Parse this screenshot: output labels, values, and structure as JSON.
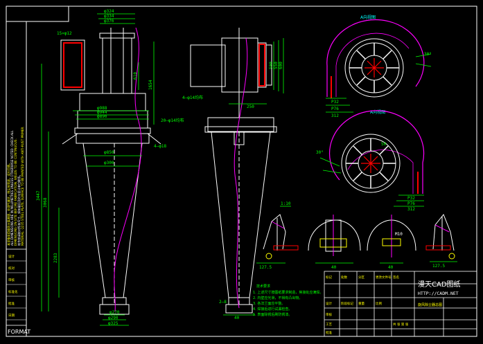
{
  "colors": {
    "background": "#000000",
    "line": "#ffffff",
    "dimension": "#00ff00",
    "accent": "#ff00ff",
    "hatch": "#ff0000",
    "note": "#00ffff",
    "label": "#ffff00",
    "frame": "#ffffff"
  },
  "frame": {
    "format_label": "FORMAT"
  },
  "views": {
    "front": {
      "dims_top": [
        "φ324",
        "φ334",
        "φ376"
      ],
      "dim_inlet": "15×φ12",
      "dims_body": [
        "φ988",
        "φ944",
        "φ890"
      ],
      "dim_flange": "20–φ14均布",
      "dim_holes": "4–φ18",
      "dim_mid": "φ850",
      "dim_cone": "φ300",
      "dim_total": "3447",
      "dim_height": "3068",
      "dim_cone_height": "2283",
      "dims_bottom": [
        "φ270",
        "φ290",
        "φ325"
      ],
      "dim_side": "1654",
      "dim_inlet_h": "610"
    },
    "side": {
      "dim_hole": "4–φ14均布",
      "dim_offset": "250",
      "dims_right": [
        "500",
        "550",
        "600"
      ],
      "dim_bottom": "2–8",
      "dim_foot": "40"
    },
    "plan_a": {
      "label": "A向视图",
      "dims": [
        "P32",
        "P76",
        "312"
      ],
      "angle": "30°"
    },
    "plan_b": {
      "label": "A向视图",
      "dims": [
        "P32",
        "P76",
        "312"
      ],
      "angle": "30°",
      "dim_small": "50"
    },
    "details": {
      "scale": "1:10",
      "dims": [
        "127.5",
        "40",
        "40",
        "127.5"
      ],
      "dim_mid": "M10"
    }
  },
  "notes": {
    "title": "技术要求",
    "lines": [
      "1. 上述尺寸按图纸要求制造，焦接处应满焊。",
      "2. 内壁应光滑，不得有凸出物。",
      "3. 各法兰面应平整。",
      "4. 焊接后进行试漏检查。",
      "5. 表面除锈后刷防锈漆。"
    ]
  },
  "vertical_notes": [
    "本设备采用旋风分离原理，处理气量大，除尘效率高，运行可靠。",
    "ALL DIMENSIONS ARE IN MILLIMETRES UNLESS OTHERWISE NOTED. CHECK ALL",
    "DIMENSIONS ON SITE BEFORE FABRICATION. WELDS TO BE CONTINUOUS.",
    "制作前请核对所有尺寸，如有疑问及时与设计单位联系。",
    "MATERIAL: Q235 STEEL PLATE, SURFACE TO BE PAINTED WITH ANTI-RUST PRIMER."
  ],
  "left_strip": {
    "labels": [
      "设计",
      "校对",
      "审核",
      "标准化",
      "批准",
      "日期"
    ]
  },
  "title_block": {
    "logo_text": "漫天CAD图纸",
    "url": "HTTP://CADM.NET",
    "drawing_name": "旋风除尘器总图",
    "headers": [
      "标记",
      "处数",
      "分区",
      "更改文件号",
      "签名",
      "年月日"
    ],
    "rows": [
      "设计",
      "审核",
      "工艺",
      "批准"
    ],
    "fields": [
      "阶段标记",
      "重量",
      "比例"
    ],
    "sheet": "共 张  第 张"
  }
}
